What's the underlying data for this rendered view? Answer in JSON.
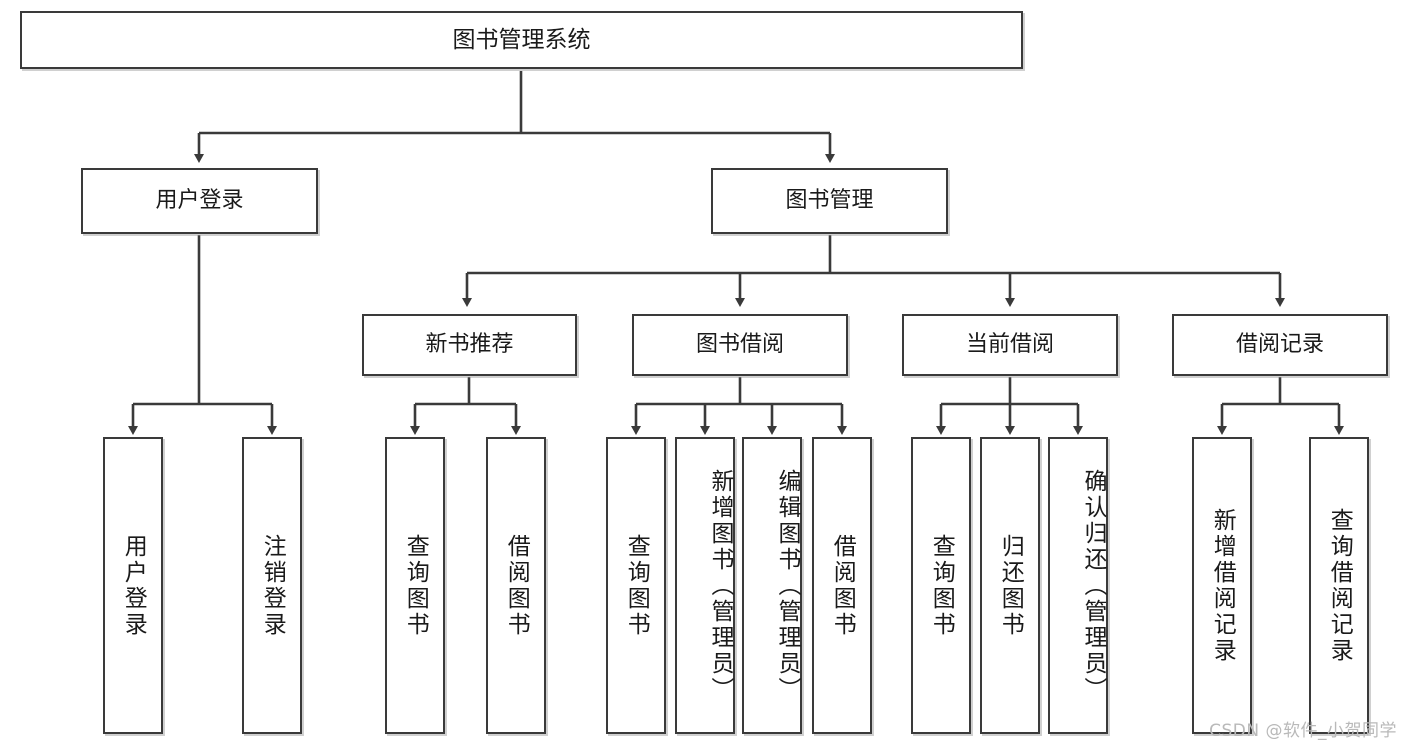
{
  "diagram": {
    "title": "图书管理系统",
    "watermark": "CSDN @软件_小贺同学",
    "style": {
      "box_border_color": "#3a3a3a",
      "line_color": "#3a3a3a",
      "background": "#ffffff",
      "text_color": "#1a1a1a",
      "watermark_color": "#b9b9b9"
    },
    "root": {
      "label": "图书管理系统"
    },
    "level2": [
      {
        "label": "用户登录"
      },
      {
        "label": "图书管理"
      }
    ],
    "level3": [
      {
        "label": "新书推荐"
      },
      {
        "label": "图书借阅"
      },
      {
        "label": "当前借阅"
      },
      {
        "label": "借阅记录"
      }
    ],
    "leaves": {
      "user_login": [
        {
          "label": "用户登录"
        },
        {
          "label": "注销登录"
        }
      ],
      "new_book_recommend": [
        {
          "label": "查询图书"
        },
        {
          "label": "借阅图书"
        }
      ],
      "book_borrow": [
        {
          "label": "查询图书"
        },
        {
          "label": "新增图书（管理员）"
        },
        {
          "label": "编辑图书（管理员）"
        },
        {
          "label": "借阅图书"
        }
      ],
      "current_borrow": [
        {
          "label": "查询图书"
        },
        {
          "label": "归还图书"
        },
        {
          "label": "确认归还（管理员）"
        }
      ],
      "borrow_record": [
        {
          "label": "新增借阅记录"
        },
        {
          "label": "查询借阅记录"
        }
      ]
    }
  }
}
